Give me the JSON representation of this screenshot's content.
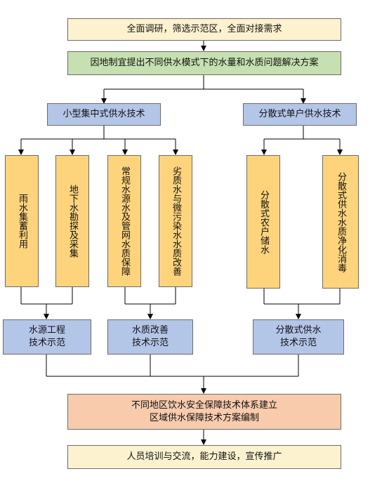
{
  "top_box": "全面调研，筛选示范区，全面对接需求",
  "green_box": "因地制宜提出不同供水模式下的水量和水质问题解决方案",
  "branch_left": "小型集中式供水技术",
  "branch_right": "分散式单户供水技术",
  "tech_boxes": [
    "雨水集蓄利用",
    "地下水勘探及采集",
    "常规水源水及管网水质保障",
    "劣质水与微污染水水质改善",
    "分散式农户储水",
    "分散式供水水质净化消毒"
  ],
  "demo_left": [
    "水源工程",
    "技术示范"
  ],
  "demo_mid": [
    "水质改善",
    "技术示范"
  ],
  "demo_right": [
    "分散式供水",
    "技术示范"
  ],
  "system_box": [
    "不同地区饮水安全保障技术体系建立",
    "区域供水保障技术方案编制"
  ],
  "bottom_box": "人员培训与交流，能力建设，宣传推广",
  "colors": {
    "cream": "#fdf2cf",
    "green": "#c6e0b2",
    "blue": "#b4c6e7",
    "gold": "#fdd47c",
    "salmon": "#f8cbad"
  }
}
